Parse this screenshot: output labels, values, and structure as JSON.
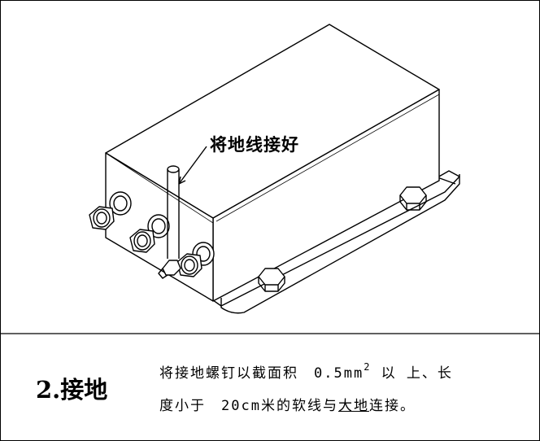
{
  "callout": {
    "label": "将地线接好"
  },
  "step": {
    "title": "2.接地"
  },
  "description": {
    "line1_a": "将接地螺钉以截面积　0.5mm",
    "line1_sup": "2",
    "line1_b": " 以 上、长",
    "line2_a": "度小于　20cm米的软线与",
    "line2_u": "大地",
    "line2_b": "连接。"
  }
}
